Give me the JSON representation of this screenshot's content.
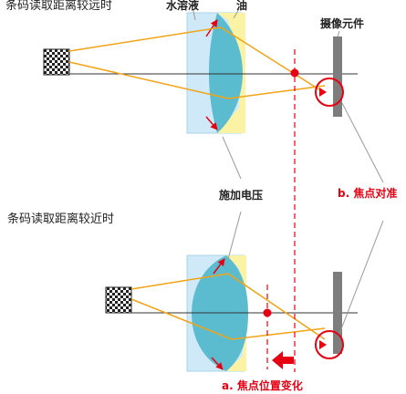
{
  "title_far": "条码读取距离较远时",
  "title_near": "条码读取距离较近时",
  "label_water": "水溶液",
  "label_oil": "油",
  "label_sensor": "摄像元件",
  "label_voltage": "施加电压",
  "label_focus_aligned": "b. 焦点对准",
  "label_focus_shift": "a. 焦点位置变化",
  "colors": {
    "water": "#cfe9f8",
    "oil": "#fbf3a3",
    "lens": "#5bbccf",
    "ray": "#f2a316",
    "accent": "#e60012",
    "sensor": "#7d7d7d",
    "axis": "#333333",
    "leader": "#999999"
  }
}
